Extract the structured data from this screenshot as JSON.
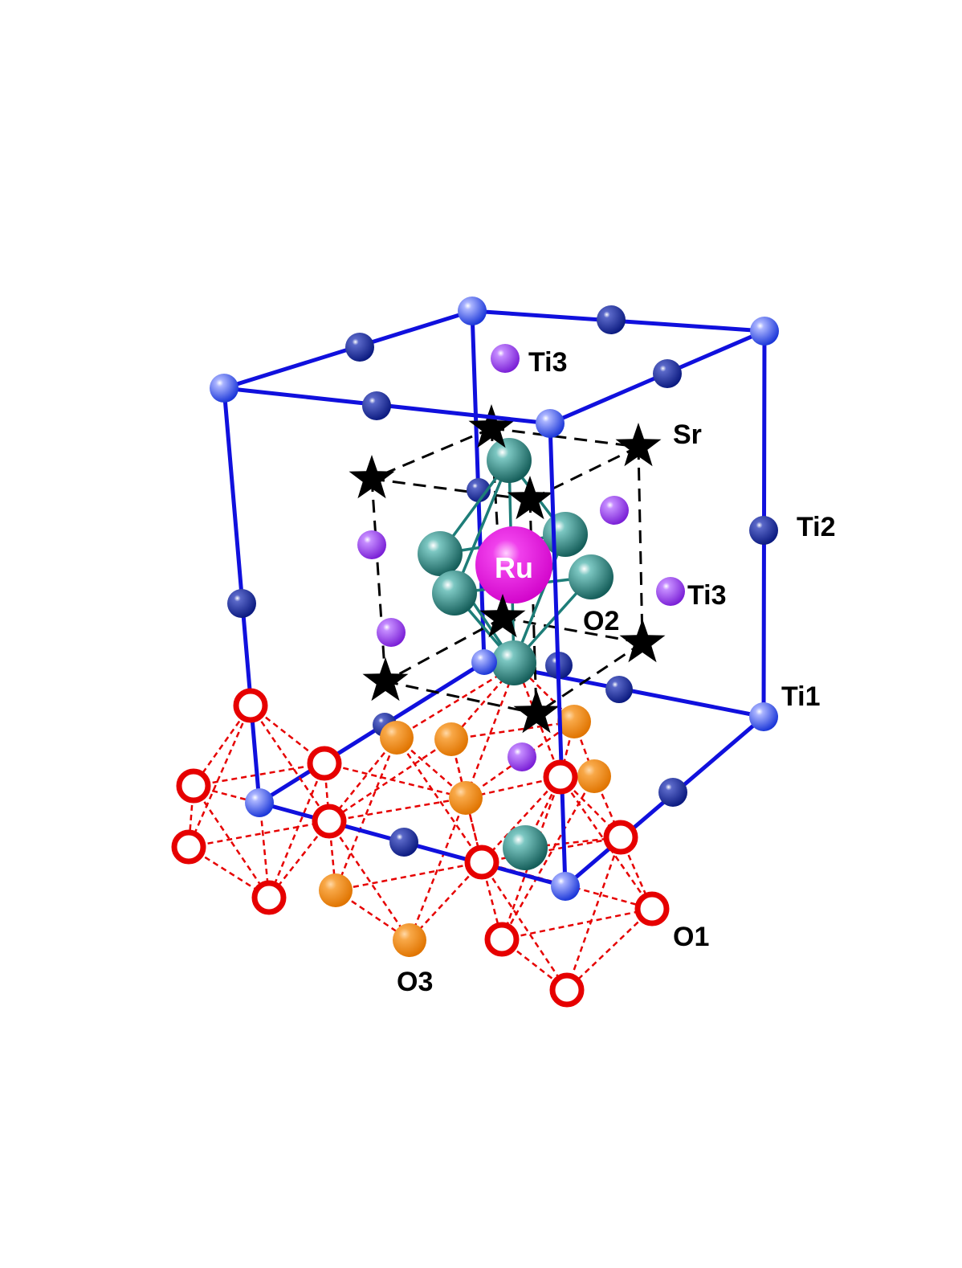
{
  "labels": {
    "ti3_top": "Ti3",
    "sr": "Sr",
    "ti2": "Ti2",
    "ru": "Ru",
    "ti3_right": "Ti3",
    "o2": "O2",
    "ti1": "Ti1",
    "o1": "O1",
    "o3": "O3"
  },
  "colors": {
    "cell_edge": "#1010dd",
    "ti1_atom": "#1a36d8",
    "ti2_atom": "#0b1a80",
    "ti3_atom": "#8a2be2",
    "sr_star": "#000000",
    "ru_atom": "#e010d8",
    "o2_atom": "#1d7d78",
    "o1_atom": "#e60000",
    "o3_atom": "#f28a10",
    "o1_bond": "#e60000",
    "o2_bond": "#1d7d78",
    "sr_bond": "#000000"
  }
}
